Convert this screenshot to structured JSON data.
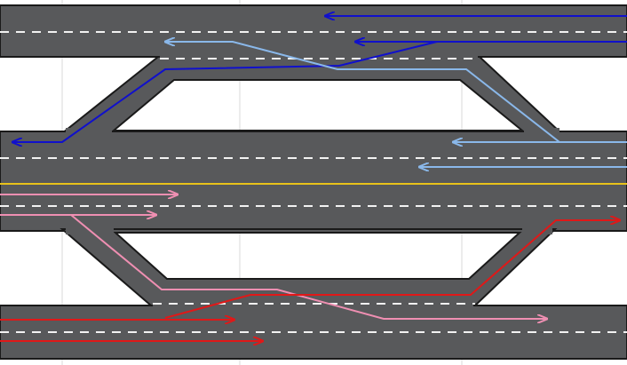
{
  "colors": {
    "background": "#ffffff",
    "asphalt": "#58595b",
    "road_edge": "#1a1a1a",
    "lane_dash": "#f2f2f2",
    "center_line": "#e8c21a",
    "grid": "#d9d9d9",
    "arrow_blue": "#1010cc",
    "arrow_light_blue": "#8ab8ea",
    "arrow_red": "#e01818",
    "arrow_pink": "#ef8fb2"
  },
  "arrows": [
    {
      "id": "blue-upper-straight",
      "color": "arrow_blue",
      "direction": "westbound"
    },
    {
      "id": "blue-merge-main",
      "color": "arrow_blue",
      "direction": "westbound"
    },
    {
      "id": "blue-ramp-exit",
      "color": "arrow_blue",
      "direction": "westbound"
    },
    {
      "id": "lightblue-ramp-diverge",
      "color": "arrow_light_blue",
      "direction": "westbound"
    },
    {
      "id": "lightblue-lower-straight",
      "color": "arrow_light_blue",
      "direction": "westbound"
    },
    {
      "id": "lightblue-middle-straight",
      "color": "arrow_light_blue",
      "direction": "westbound"
    },
    {
      "id": "pink-upper-straight",
      "color": "arrow_pink",
      "direction": "eastbound"
    },
    {
      "id": "pink-ramp-diverge",
      "color": "arrow_pink",
      "direction": "eastbound"
    },
    {
      "id": "red-ramp-exit",
      "color": "arrow_red",
      "direction": "eastbound"
    },
    {
      "id": "red-merge-main",
      "color": "arrow_red",
      "direction": "eastbound"
    },
    {
      "id": "red-lower-straight",
      "color": "arrow_red",
      "direction": "eastbound"
    }
  ]
}
